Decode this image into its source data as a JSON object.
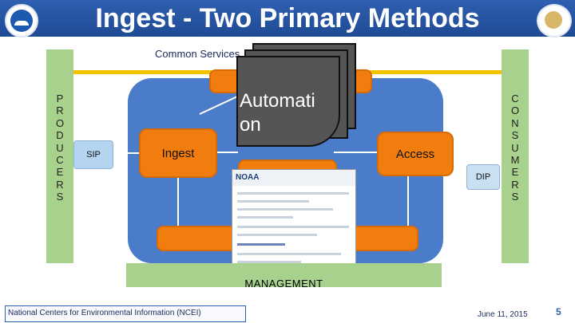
{
  "slide": {
    "title": "Ingest - Two Primary Methods",
    "common_services": "Common Services",
    "producers_letters": [
      "P",
      "R",
      "O",
      "D",
      "U",
      "C",
      "E",
      "R",
      "S"
    ],
    "consumers_letters": [
      "C",
      "O",
      "N",
      "S",
      "U",
      "M",
      "E",
      "R",
      "S"
    ],
    "management": "MANAGEMENT"
  },
  "diagram": {
    "ingest": "Ingest",
    "access": "Access",
    "sip": "SIP",
    "dip": "DIP",
    "automation": "Automati on"
  },
  "footer": {
    "org": "National Centers for Environmental Information (NCEI)",
    "date": "June 11, 2015",
    "page": "5"
  },
  "colors": {
    "title_bar": "#2f5fb0",
    "panel": "#4a7cc9",
    "component": "#f07d0e",
    "green_band": "#a9d18e"
  }
}
